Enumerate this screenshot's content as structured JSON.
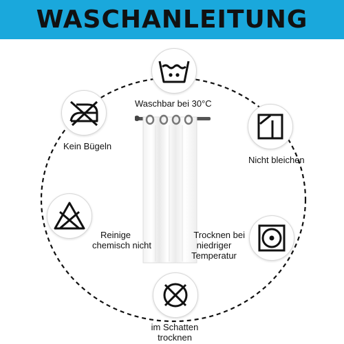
{
  "header": {
    "title": "WASCHANLEITUNG"
  },
  "colors": {
    "banner": "#1aa8dc",
    "ring": "#111111",
    "icon": "#111111"
  },
  "care_items": [
    {
      "icon": "wash-tub-30-icon",
      "label": "Waschbar bei 30°C"
    },
    {
      "icon": "no-bleach-icon",
      "label": "Nicht bleichen"
    },
    {
      "icon": "tumble-dry-low-icon",
      "label_lines": [
        "Trocknen bei",
        "niedriger",
        "Temperatur"
      ]
    },
    {
      "icon": "no-tumble-dry-icon",
      "label_lines": [
        "im Schatten",
        "trocknen"
      ]
    },
    {
      "icon": "no-dry-clean-icon",
      "label_lines": [
        "Reinige",
        "chemisch nicht"
      ]
    },
    {
      "icon": "no-iron-icon",
      "label": "Kein Bügeln"
    }
  ],
  "product": {
    "icon": "sheer-curtain-image"
  }
}
